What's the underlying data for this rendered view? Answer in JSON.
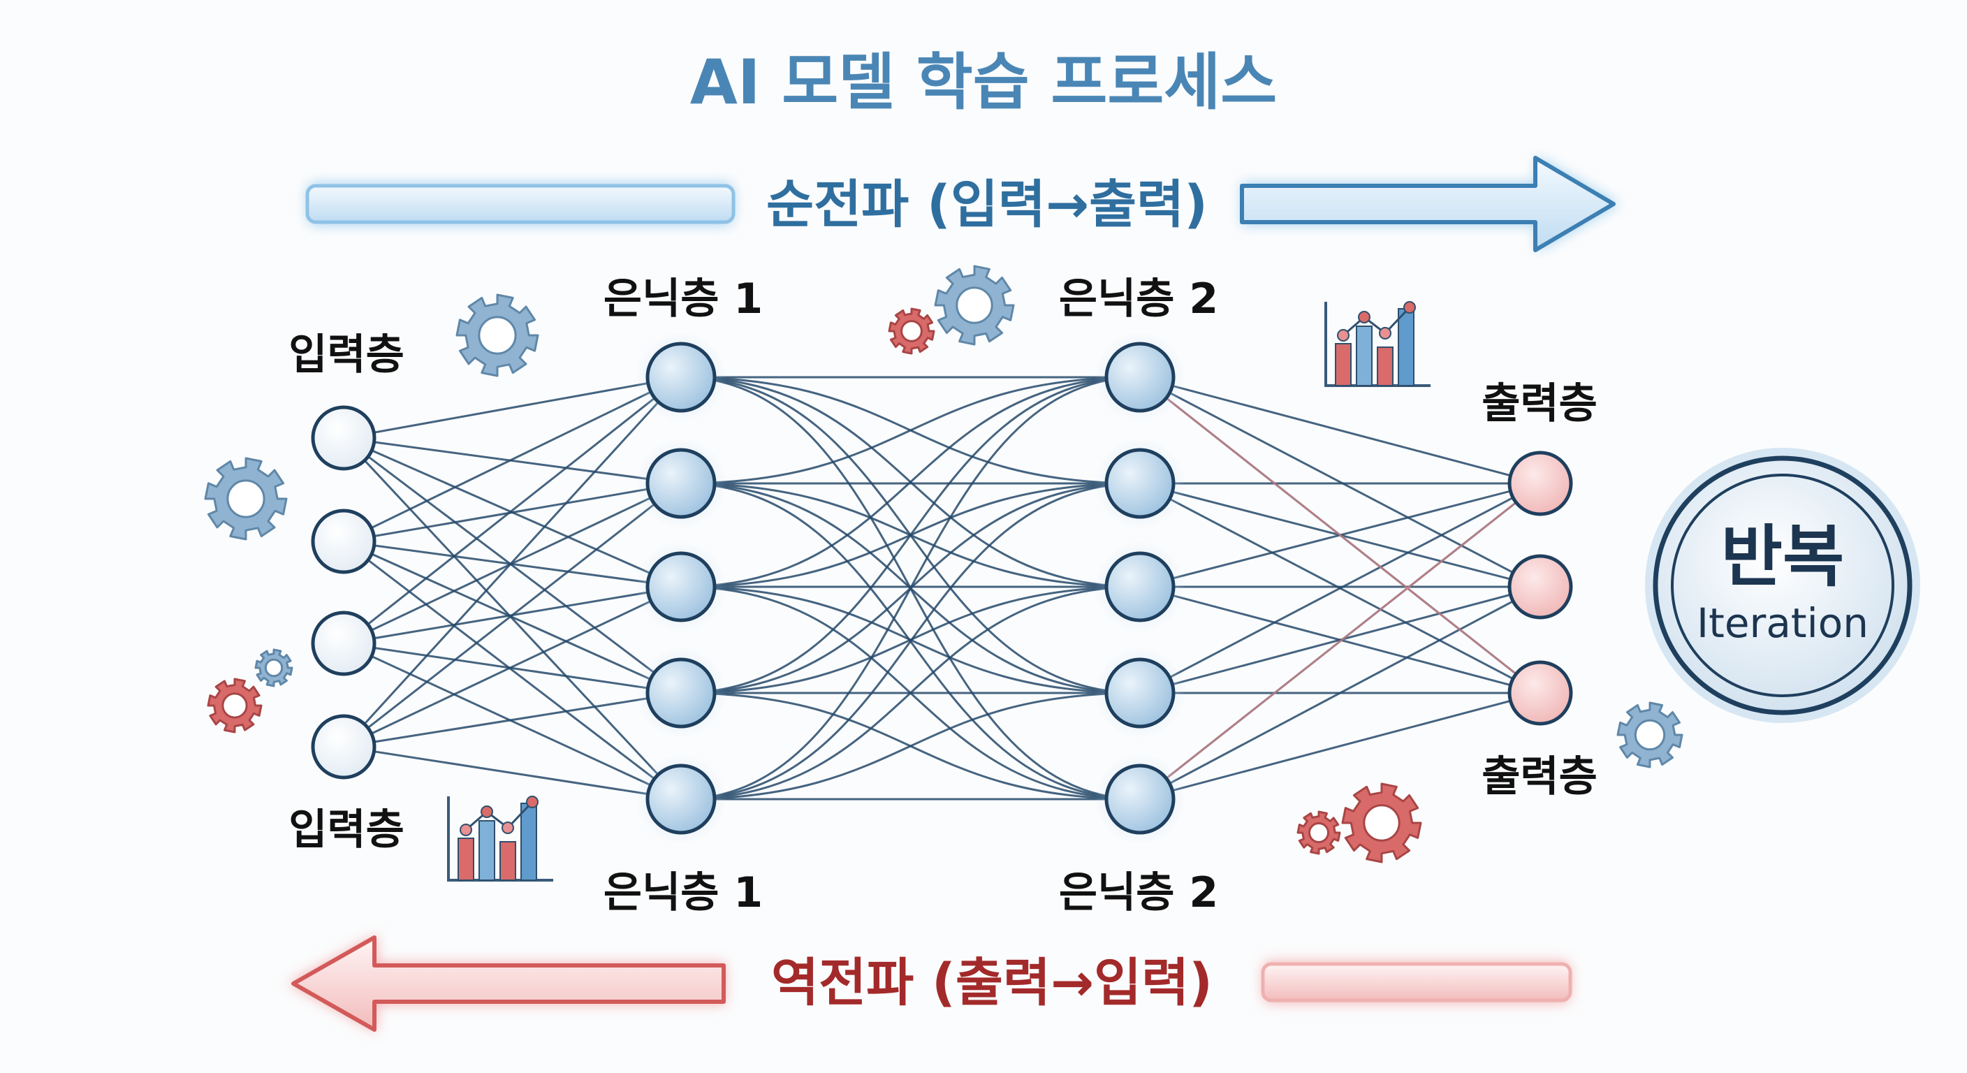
{
  "title": "AI 모델 학습 프로세스",
  "forward_pass": {
    "label": "순전파 (입력→출력)",
    "color": "#2f6f9f"
  },
  "backward_pass": {
    "label": "역전파 (출력→입력)",
    "color": "#a32a2a"
  },
  "layers": {
    "input": {
      "label_top": "입력층",
      "label_bottom": "입력층",
      "node_count": 4
    },
    "hidden1": {
      "label_top": "은닉층 1",
      "label_bottom": "은닉층 1",
      "node_count": 5
    },
    "hidden2": {
      "label_top": "은닉층 2",
      "label_bottom": "은닉층 2",
      "node_count": 5
    },
    "output": {
      "label_top": "출력층",
      "label_bottom": "출력층",
      "node_count": 3
    }
  },
  "iteration": {
    "label_ko": "반복",
    "label_en": "Iteration"
  },
  "colors": {
    "title": "#4a86b5",
    "edge": "#24496a",
    "node_fill": "#c7ddee",
    "output_node_fill": "#f6cdcd",
    "iteration_border": "#1f3f5e",
    "gear_blue": "#8fb3d1",
    "gear_red": "#d86a6a"
  },
  "icons": [
    "gear-icon",
    "bar-chart-icon",
    "arrow-right-icon",
    "arrow-left-icon"
  ]
}
